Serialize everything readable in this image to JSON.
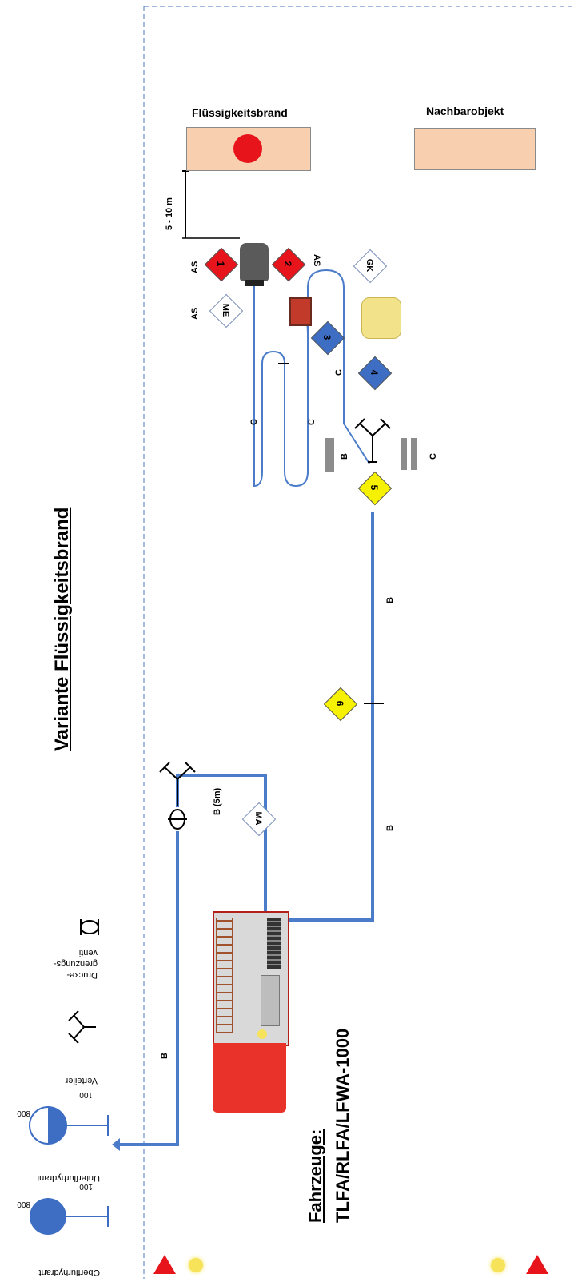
{
  "title": "Variante Flüssigkeitsbrand",
  "vehicles": {
    "heading": "Fahrzeuge:",
    "models": "TLFA/RLFA/LFWA-1000"
  },
  "objects": {
    "fire": "Flüssigkeitsbrand",
    "neighbor": "Nachbarobjekt",
    "distance": "5 - 10 m"
  },
  "legend": {
    "overground_hydrant": "Oberflurhydrant",
    "underground_hydrant": "Unterflurhydrant",
    "distributor": "Verteiler",
    "pressure_valve_line1": "Drucke-",
    "pressure_valve_line2": "grenzungs-",
    "pressure_valve_line3": "ventil",
    "size_800": "800",
    "size_100": "100"
  },
  "positions": {
    "p1": "1",
    "p2": "2",
    "p3": "3",
    "p4": "4",
    "p5": "5",
    "p6": "6",
    "as": "AS",
    "me": "ME",
    "gk": "GK",
    "ma": "MA"
  },
  "hoses": {
    "b": "B",
    "c": "C",
    "b5m": "B (5m)"
  },
  "colors": {
    "hose": "#4a7cc9",
    "red": "#e8141b",
    "yellow": "#f6f100",
    "blue": "#3d6ec4",
    "box": "#f8cfaf"
  }
}
